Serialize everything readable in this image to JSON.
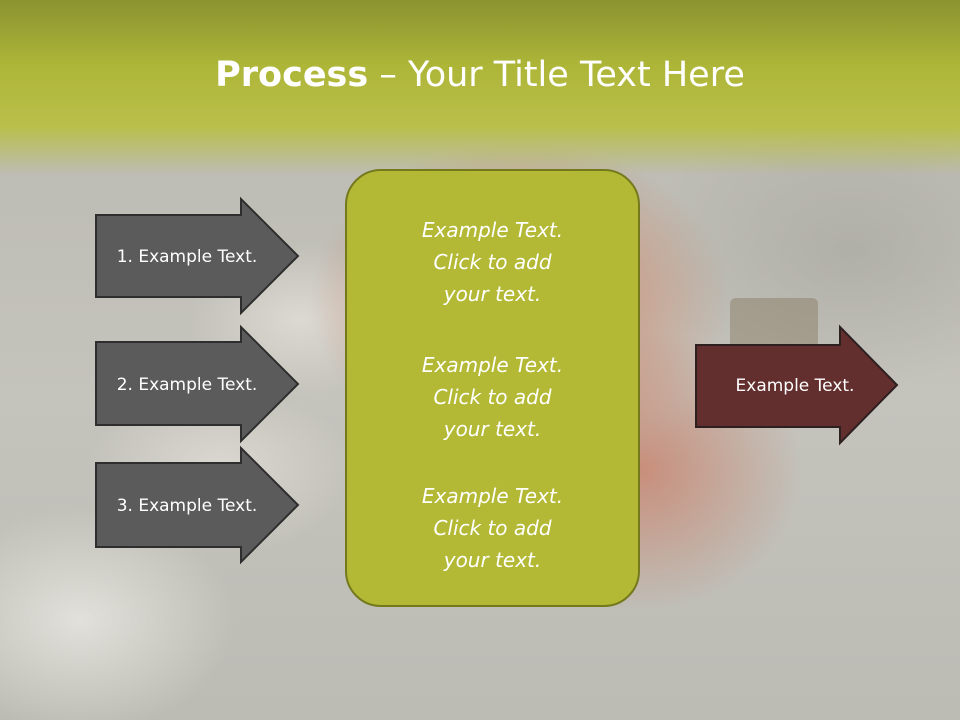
{
  "title": {
    "bold": "Process",
    "rest": " – Your Title Text Here"
  },
  "inputs": [
    {
      "label": "1. Example Text."
    },
    {
      "label": "2. Example Text."
    },
    {
      "label": "3. Example Text."
    }
  ],
  "panel": {
    "items": [
      {
        "text": "Example Text.\nClick  to add\nyour text."
      },
      {
        "text": "Example Text.\nClick  to add\nyour text."
      },
      {
        "text": "Example Text.\nClick  to add\nyour text."
      }
    ]
  },
  "output": {
    "label": "Example Text."
  },
  "colors": {
    "header": "#aeb638",
    "panel": "#b3b935",
    "input_arrow": "#5b5b5b",
    "output_arrow": "#622e2e",
    "text": "#ffffff"
  }
}
